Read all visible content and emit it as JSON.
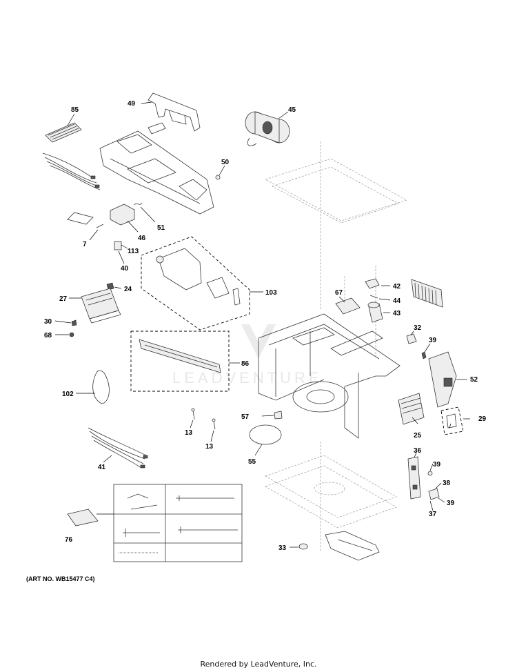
{
  "labels": [
    "85",
    "49",
    "45",
    "50",
    "51",
    "46",
    "7",
    "113",
    "40",
    "42",
    "44",
    "43",
    "67",
    "103",
    "24",
    "27",
    "30",
    "68",
    "86",
    "32",
    "39",
    "52",
    "102",
    "57",
    "13",
    "13",
    "29",
    "25",
    "55",
    "36",
    "39",
    "38",
    "39",
    "37",
    "41",
    "76",
    "33"
  ],
  "art_no": "(ART NO. WB15477 C4)",
  "footer": "Rendered by LeadVenture, Inc.",
  "watermark": "LEADVENTURE"
}
